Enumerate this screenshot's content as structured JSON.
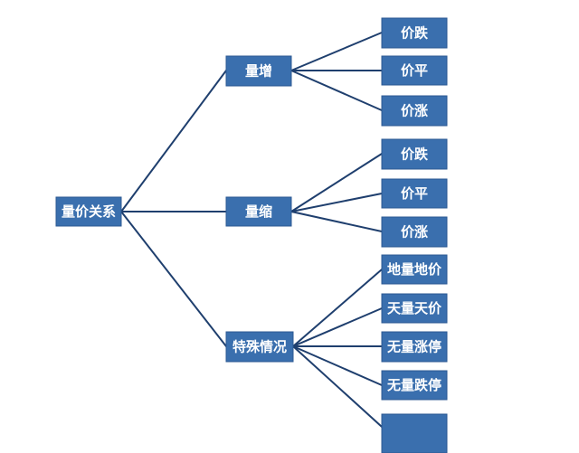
{
  "diagram": {
    "root": {
      "label": "量价关系"
    },
    "branches": [
      {
        "label": "量增",
        "leaves": [
          "价跌",
          "价平",
          "价涨"
        ]
      },
      {
        "label": "量缩",
        "leaves": [
          "价跌",
          "价平",
          "价涨"
        ]
      },
      {
        "label": "特殊情况",
        "leaves": [
          "地量地价",
          "天量天价",
          "无量涨停",
          "无量跌停",
          ""
        ]
      }
    ],
    "colors": {
      "node_fill": "#3a6fae",
      "line": "#1f3f6e",
      "text": "#ffffff"
    }
  }
}
